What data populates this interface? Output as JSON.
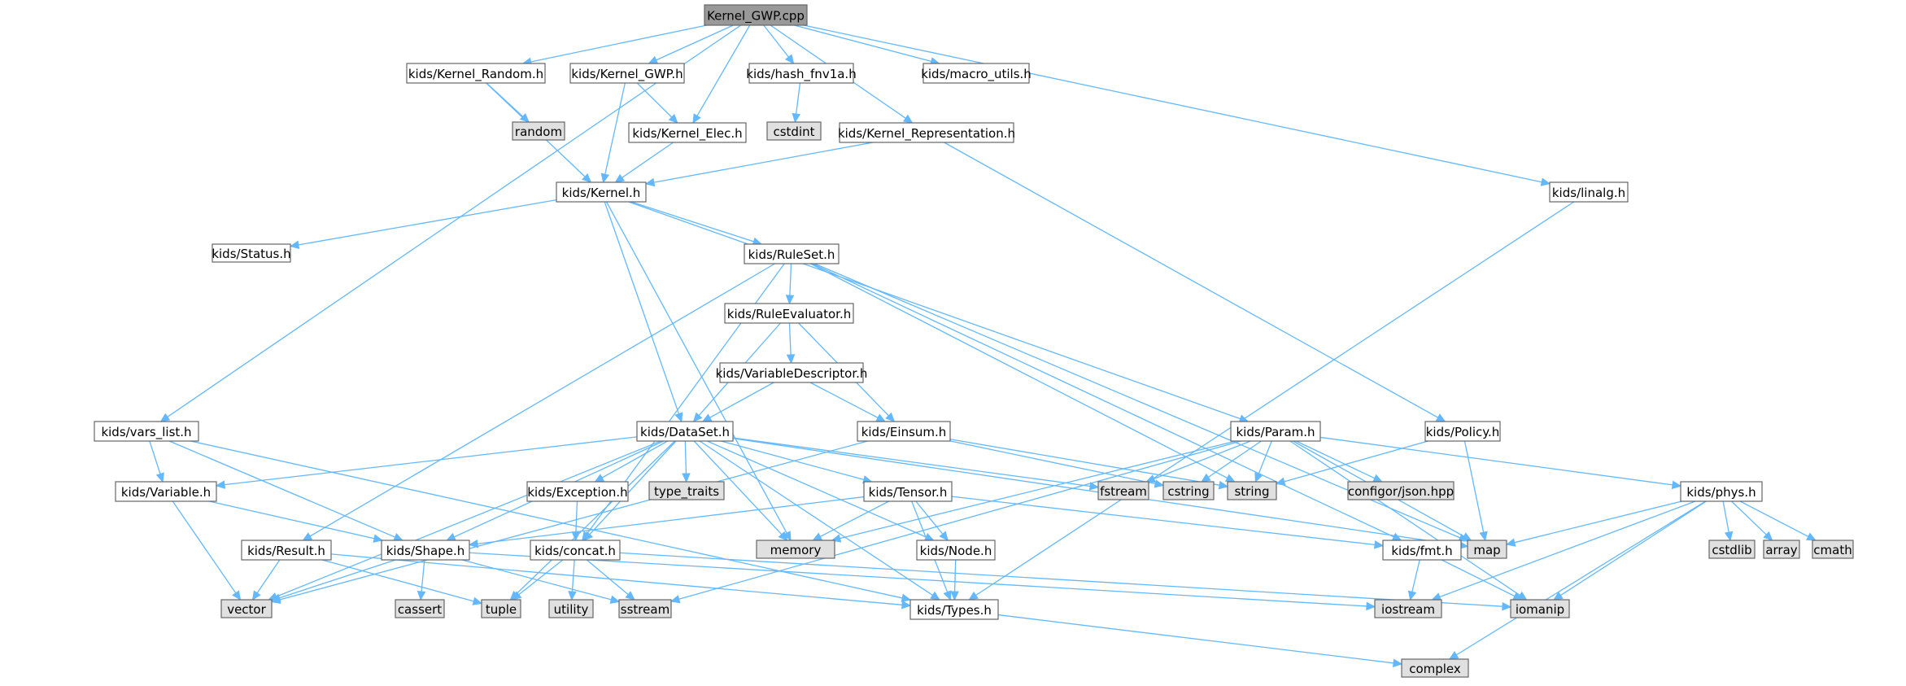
{
  "colors": {
    "root_fill": "#999999",
    "header_fill": "#ffffff",
    "system_fill": "#e0e0e0",
    "border": "#666666",
    "edge": "#63b8ff"
  },
  "nodes": [
    {
      "id": "root",
      "label": "Kernel_GWP.cpp",
      "kind": "root"
    },
    {
      "id": "kernel_random",
      "label": "kids/Kernel_Random.h",
      "kind": "header"
    },
    {
      "id": "kernel_gwp_h",
      "label": "kids/Kernel_GWP.h",
      "kind": "header"
    },
    {
      "id": "hash",
      "label": "kids/hash_fnv1a.h",
      "kind": "header"
    },
    {
      "id": "macro",
      "label": "kids/macro_utils.h",
      "kind": "header"
    },
    {
      "id": "random",
      "label": "random",
      "kind": "system"
    },
    {
      "id": "cstdint",
      "label": "cstdint",
      "kind": "system"
    },
    {
      "id": "kernel_elec",
      "label": "kids/Kernel_Elec.h",
      "kind": "header"
    },
    {
      "id": "kernel_repr",
      "label": "kids/Kernel_Representation.h",
      "kind": "header"
    },
    {
      "id": "kernel_h",
      "label": "kids/Kernel.h",
      "kind": "header"
    },
    {
      "id": "linalg",
      "label": "kids/linalg.h",
      "kind": "header"
    },
    {
      "id": "status",
      "label": "kids/Status.h",
      "kind": "header"
    },
    {
      "id": "ruleset",
      "label": "kids/RuleSet.h",
      "kind": "header"
    },
    {
      "id": "ruleeval",
      "label": "kids/RuleEvaluator.h",
      "kind": "header"
    },
    {
      "id": "vardesc",
      "label": "kids/VariableDescriptor.h",
      "kind": "header"
    },
    {
      "id": "varslist",
      "label": "kids/vars_list.h",
      "kind": "header"
    },
    {
      "id": "dataset",
      "label": "kids/DataSet.h",
      "kind": "header"
    },
    {
      "id": "einsum",
      "label": "kids/Einsum.h",
      "kind": "header"
    },
    {
      "id": "param",
      "label": "kids/Param.h",
      "kind": "header"
    },
    {
      "id": "policy",
      "label": "kids/Policy.h",
      "kind": "header"
    },
    {
      "id": "variable",
      "label": "kids/Variable.h",
      "kind": "header"
    },
    {
      "id": "exception",
      "label": "kids/Exception.h",
      "kind": "header"
    },
    {
      "id": "type_traits",
      "label": "type_traits",
      "kind": "system"
    },
    {
      "id": "tensor",
      "label": "kids/Tensor.h",
      "kind": "header"
    },
    {
      "id": "fstream",
      "label": "fstream",
      "kind": "system"
    },
    {
      "id": "cstring",
      "label": "cstring",
      "kind": "system"
    },
    {
      "id": "string",
      "label": "string",
      "kind": "system"
    },
    {
      "id": "configor",
      "label": "configor/json.hpp",
      "kind": "system"
    },
    {
      "id": "phys",
      "label": "kids/phys.h",
      "kind": "header"
    },
    {
      "id": "memory",
      "label": "memory",
      "kind": "system"
    },
    {
      "id": "map",
      "label": "map",
      "kind": "system"
    },
    {
      "id": "cstdlib",
      "label": "cstdlib",
      "kind": "system"
    },
    {
      "id": "array",
      "label": "array",
      "kind": "system"
    },
    {
      "id": "cmath",
      "label": "cmath",
      "kind": "system"
    },
    {
      "id": "result",
      "label": "kids/Result.h",
      "kind": "header"
    },
    {
      "id": "shape",
      "label": "kids/Shape.h",
      "kind": "header"
    },
    {
      "id": "concat",
      "label": "kids/concat.h",
      "kind": "header"
    },
    {
      "id": "node",
      "label": "kids/Node.h",
      "kind": "header"
    },
    {
      "id": "fmt",
      "label": "kids/fmt.h",
      "kind": "header"
    },
    {
      "id": "vector",
      "label": "vector",
      "kind": "system"
    },
    {
      "id": "cassert",
      "label": "cassert",
      "kind": "system"
    },
    {
      "id": "tuple",
      "label": "tuple",
      "kind": "system"
    },
    {
      "id": "utility",
      "label": "utility",
      "kind": "system"
    },
    {
      "id": "sstream",
      "label": "sstream",
      "kind": "system"
    },
    {
      "id": "types",
      "label": "kids/Types.h",
      "kind": "header"
    },
    {
      "id": "iostream",
      "label": "iostream",
      "kind": "system"
    },
    {
      "id": "iomanip",
      "label": "iomanip",
      "kind": "system"
    },
    {
      "id": "complex",
      "label": "complex",
      "kind": "system"
    }
  ],
  "edges": [
    [
      "root",
      "kernel_random"
    ],
    [
      "root",
      "kernel_gwp_h"
    ],
    [
      "root",
      "kernel_elec"
    ],
    [
      "root",
      "hash"
    ],
    [
      "root",
      "kernel_repr"
    ],
    [
      "root",
      "macro"
    ],
    [
      "root",
      "linalg"
    ],
    [
      "root",
      "varslist"
    ],
    [
      "kernel_random",
      "random"
    ],
    [
      "kernel_random",
      "kernel_h"
    ],
    [
      "kernel_gwp_h",
      "kernel_elec"
    ],
    [
      "kernel_gwp_h",
      "kernel_h"
    ],
    [
      "hash",
      "cstdint"
    ],
    [
      "kernel_elec",
      "kernel_h"
    ],
    [
      "kernel_repr",
      "kernel_h"
    ],
    [
      "kernel_repr",
      "policy"
    ],
    [
      "kernel_h",
      "status"
    ],
    [
      "kernel_h",
      "ruleset"
    ],
    [
      "kernel_h",
      "dataset"
    ],
    [
      "kernel_h",
      "param"
    ],
    [
      "kernel_h",
      "memory"
    ],
    [
      "linalg",
      "types"
    ],
    [
      "ruleset",
      "ruleeval"
    ],
    [
      "ruleset",
      "concat"
    ],
    [
      "ruleset",
      "result"
    ],
    [
      "ruleset",
      "string"
    ],
    [
      "ruleset",
      "map"
    ],
    [
      "ruleset",
      "fmt"
    ],
    [
      "ruleeval",
      "dataset"
    ],
    [
      "ruleeval",
      "vardesc"
    ],
    [
      "ruleeval",
      "einsum"
    ],
    [
      "vardesc",
      "dataset"
    ],
    [
      "vardesc",
      "einsum"
    ],
    [
      "varslist",
      "variable"
    ],
    [
      "varslist",
      "shape"
    ],
    [
      "varslist",
      "types"
    ],
    [
      "dataset",
      "variable"
    ],
    [
      "dataset",
      "vector"
    ],
    [
      "dataset",
      "shape"
    ],
    [
      "dataset",
      "tuple"
    ],
    [
      "dataset",
      "concat"
    ],
    [
      "dataset",
      "exception"
    ],
    [
      "dataset",
      "type_traits"
    ],
    [
      "dataset",
      "memory"
    ],
    [
      "dataset",
      "tensor"
    ],
    [
      "dataset",
      "fstream"
    ],
    [
      "dataset",
      "node"
    ],
    [
      "dataset",
      "map"
    ],
    [
      "dataset",
      "types"
    ],
    [
      "einsum",
      "vector"
    ],
    [
      "einsum",
      "cstring"
    ],
    [
      "einsum",
      "string"
    ],
    [
      "param",
      "fstream"
    ],
    [
      "param",
      "cstring"
    ],
    [
      "param",
      "string"
    ],
    [
      "param",
      "configor"
    ],
    [
      "param",
      "map"
    ],
    [
      "param",
      "phys"
    ],
    [
      "param",
      "memory"
    ],
    [
      "param",
      "sstream"
    ],
    [
      "param",
      "iomanip"
    ],
    [
      "policy",
      "string"
    ],
    [
      "policy",
      "map"
    ],
    [
      "variable",
      "vector"
    ],
    [
      "variable",
      "shape"
    ],
    [
      "exception",
      "concat"
    ],
    [
      "tensor",
      "shape"
    ],
    [
      "tensor",
      "memory"
    ],
    [
      "tensor",
      "node"
    ],
    [
      "tensor",
      "types"
    ],
    [
      "tensor",
      "fmt"
    ],
    [
      "phys",
      "map"
    ],
    [
      "phys",
      "cstdlib"
    ],
    [
      "phys",
      "array"
    ],
    [
      "phys",
      "cmath"
    ],
    [
      "phys",
      "iostream"
    ],
    [
      "phys",
      "iomanip"
    ],
    [
      "phys",
      "complex"
    ],
    [
      "result",
      "vector"
    ],
    [
      "result",
      "tuple"
    ],
    [
      "result",
      "types"
    ],
    [
      "shape",
      "vector"
    ],
    [
      "shape",
      "cassert"
    ],
    [
      "shape",
      "sstream"
    ],
    [
      "shape",
      "iostream"
    ],
    [
      "concat",
      "tuple"
    ],
    [
      "concat",
      "utility"
    ],
    [
      "concat",
      "sstream"
    ],
    [
      "concat",
      "iomanip"
    ],
    [
      "node",
      "types"
    ],
    [
      "fmt",
      "iostream"
    ],
    [
      "fmt",
      "iomanip"
    ],
    [
      "types",
      "complex"
    ]
  ]
}
